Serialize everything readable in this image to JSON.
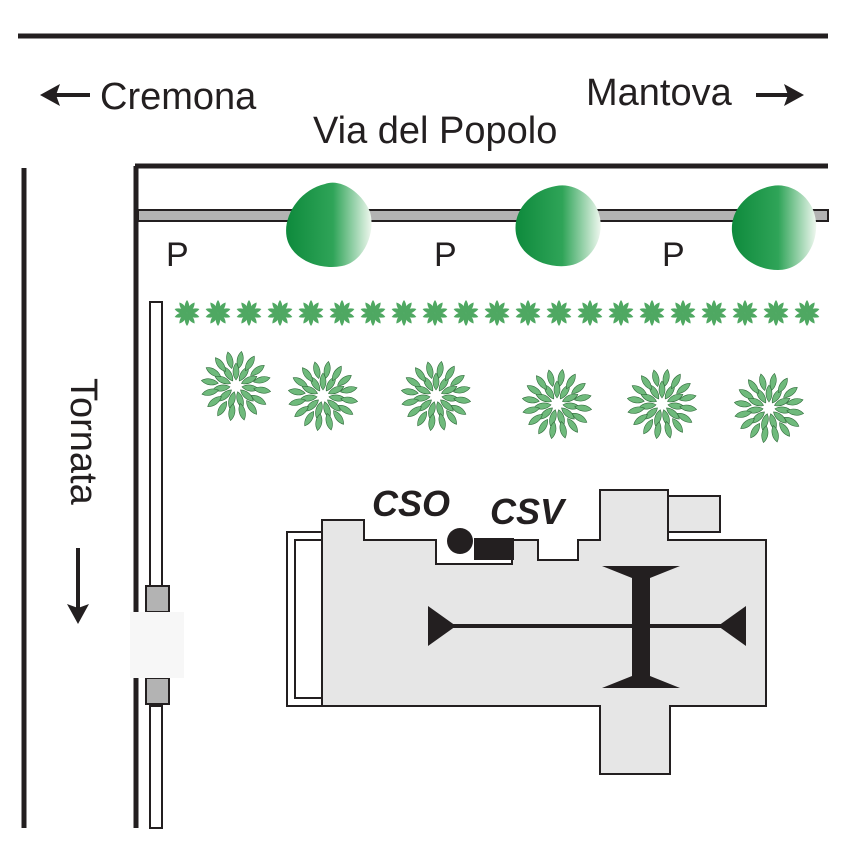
{
  "streets": {
    "top_street": "Via del Popolo",
    "left_street": "Tornata"
  },
  "directions": {
    "left": {
      "arrow": "←",
      "label": "Cremona"
    },
    "right": {
      "label": "Mantova",
      "arrow": "→"
    },
    "down": {
      "arrow": "↓"
    }
  },
  "parking": [
    "P",
    "P",
    "P"
  ],
  "building_labels": {
    "cso": "CSO",
    "csv": "CSV"
  },
  "colors": {
    "line": "#231f20",
    "building_fill": "#e6e6e6",
    "tree_dark": "#0e8a3c",
    "tree_light": "#e3f2e3",
    "shrub": "#4fa862",
    "bush": "#6fba7c",
    "rail": "#b3b3b3"
  },
  "icons": {
    "tree": "tree-icon",
    "hedge": "hedge-icon",
    "bush": "bush-icon",
    "altar": "altar-cross-icon"
  }
}
